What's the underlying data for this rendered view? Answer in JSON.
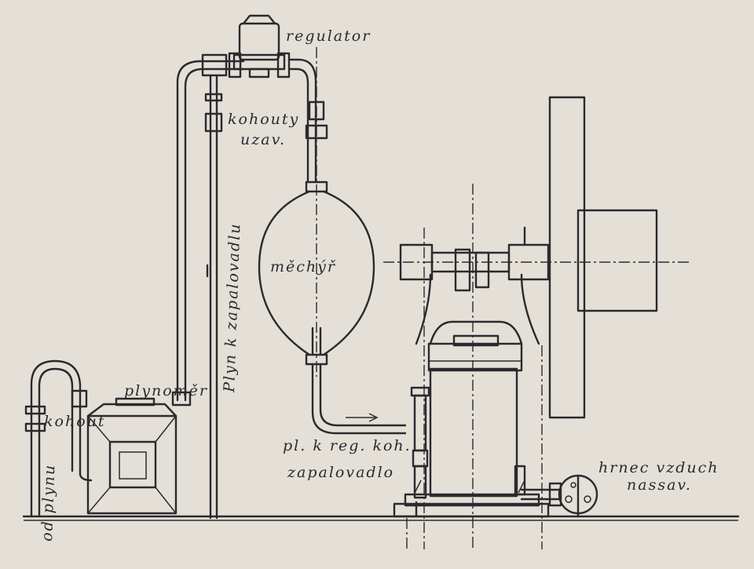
{
  "labels": {
    "regulator": "regulator",
    "kohouty_line1": "kohouty",
    "kohouty_line2": "uzav.",
    "plyn_k_zapalovadlu": "Plyn k zapalovadlu",
    "mechyr": "měchýř",
    "plynomer": "plynoměr",
    "kohout": "kohout",
    "od_plynu": "od plynu",
    "pl_k_reg_koh": "pl. k reg. koh.",
    "zapalovadlo": "zapalovadlo",
    "hrnec_line1": "hrnec vzduch",
    "hrnec_line2": "nassav."
  },
  "colors": {
    "paper": "#e4e0d8",
    "ink": "#2a2a2e"
  }
}
